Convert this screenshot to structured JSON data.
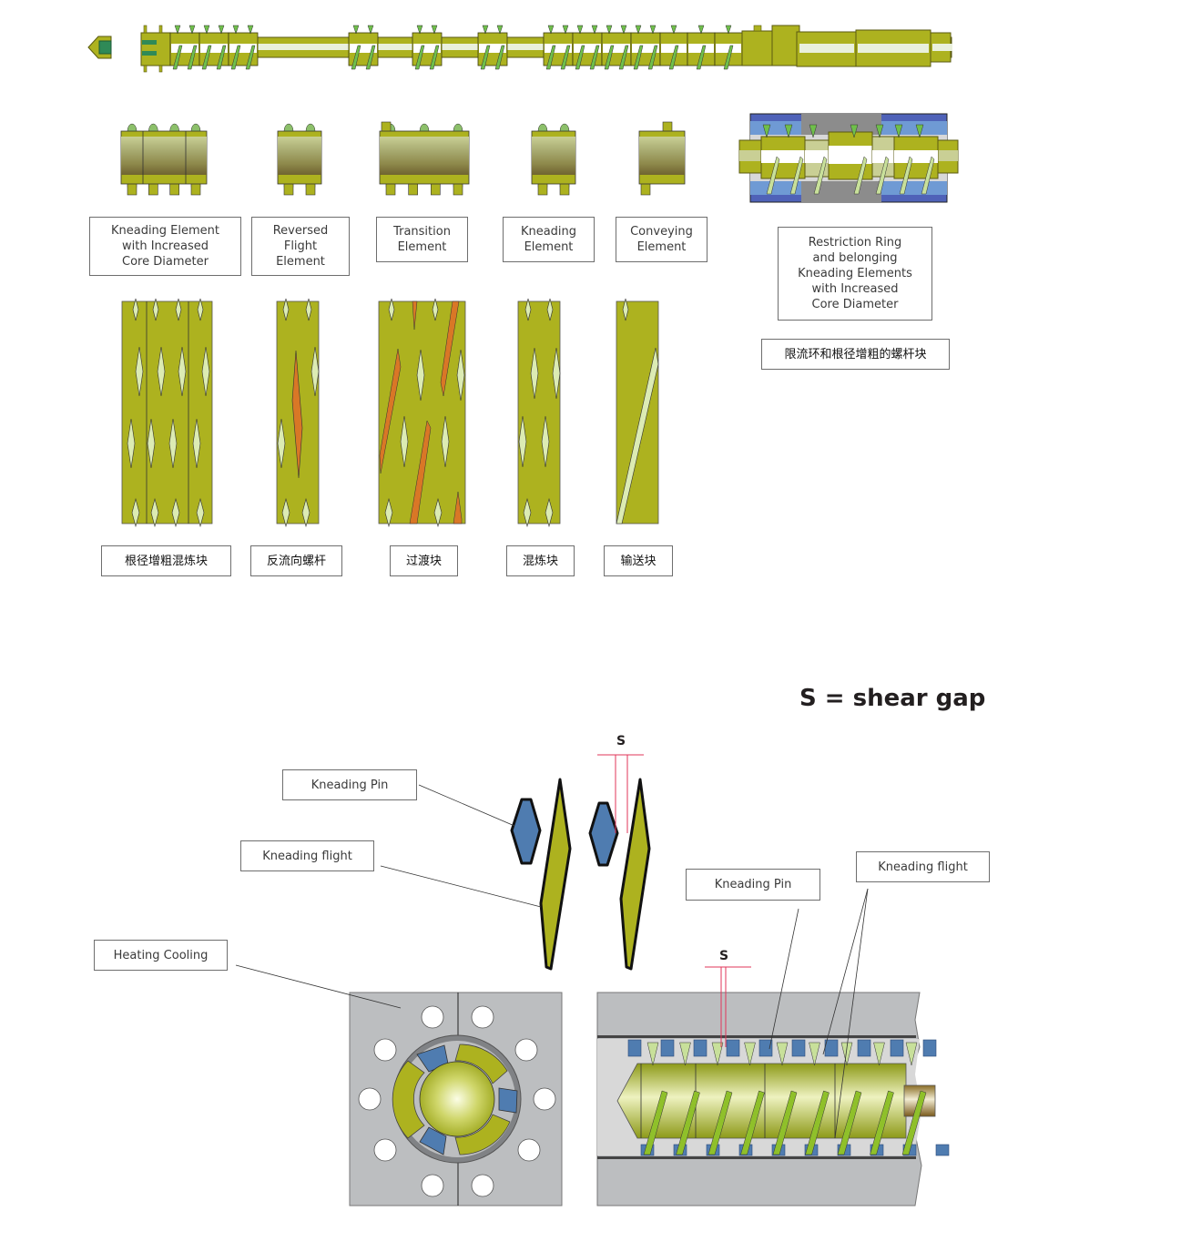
{
  "colors": {
    "screw": "#adb21f",
    "flight_light": "#d8e8b0",
    "flight_green": "#6fbf4b",
    "reverse_orange": "#d97726",
    "pin_blue": "#4f7cb0",
    "barrel_gray": "#bcbec0",
    "shear_red": "#e0355a"
  },
  "elements": [
    {
      "id": "kneading-increased-core",
      "label_en": [
        "Kneading Element",
        "with Increased",
        "Core Diameter"
      ],
      "label_cn": "根径增粗混炼块"
    },
    {
      "id": "reversed-flight",
      "label_en": [
        "Reversed",
        "Flight",
        "Element"
      ],
      "label_cn": "反流向螺杆"
    },
    {
      "id": "transition",
      "label_en": [
        "Transition",
        "Element"
      ],
      "label_cn": "过渡块"
    },
    {
      "id": "kneading",
      "label_en": [
        "Kneading",
        "Element"
      ],
      "label_cn": "混炼块"
    },
    {
      "id": "conveying",
      "label_en": [
        "Conveying",
        "Element"
      ],
      "label_cn": "输送块"
    }
  ],
  "restriction": {
    "label_en": [
      "Restriction Ring",
      "and belonging",
      "Kneading Elements",
      "with Increased",
      "Core Diameter"
    ],
    "label_cn": "限流环和根径增粗的螺杆块"
  },
  "shear": {
    "title": "S = shear gap",
    "s_symbol": "S",
    "kneading_pin": "Kneading Pin",
    "kneading_flight": "Kneading flight",
    "heating_cooling": "Heating Cooling"
  }
}
